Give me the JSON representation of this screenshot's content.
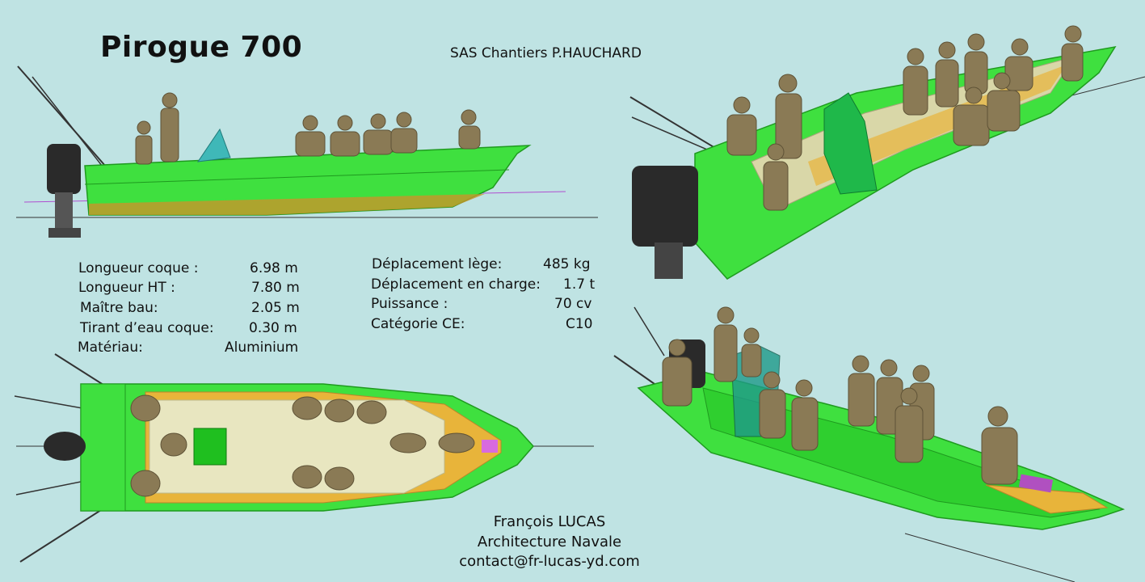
{
  "header": {
    "title": "Pirogue 700",
    "builder": "SAS Chantiers P.HAUCHARD"
  },
  "specs_left": [
    {
      "label": "Longueur coque :",
      "value": "6.98 m"
    },
    {
      "label": "Longueur HT :",
      "value": "7.80 m"
    },
    {
      "label": "Maître bau:",
      "value": "2.05 m"
    },
    {
      "label": "Tirant d’eau  coque:",
      "value": "0.30 m"
    },
    {
      "label": "Matériau:",
      "value": "Aluminium"
    }
  ],
  "specs_right": [
    {
      "label": "Déplacement lège:",
      "value": "485 kg"
    },
    {
      "label": "Déplacement en  charge:",
      "value": "1.7 t"
    },
    {
      "label": "Puissance :",
      "value": "70 cv"
    },
    {
      "label": "Catégorie CE:",
      "value": "C10"
    }
  ],
  "credits": {
    "name": "François LUCAS",
    "role": "Architecture Navale",
    "email": "contact@fr-lucas-yd.com"
  },
  "colors": {
    "background": "#bfe3e3",
    "hull": "#3fe03f",
    "hull_dark": "#1f9a1f",
    "deck": "#e8b43a",
    "figure": "#8a7a55",
    "engine": "#2a2a2a"
  }
}
